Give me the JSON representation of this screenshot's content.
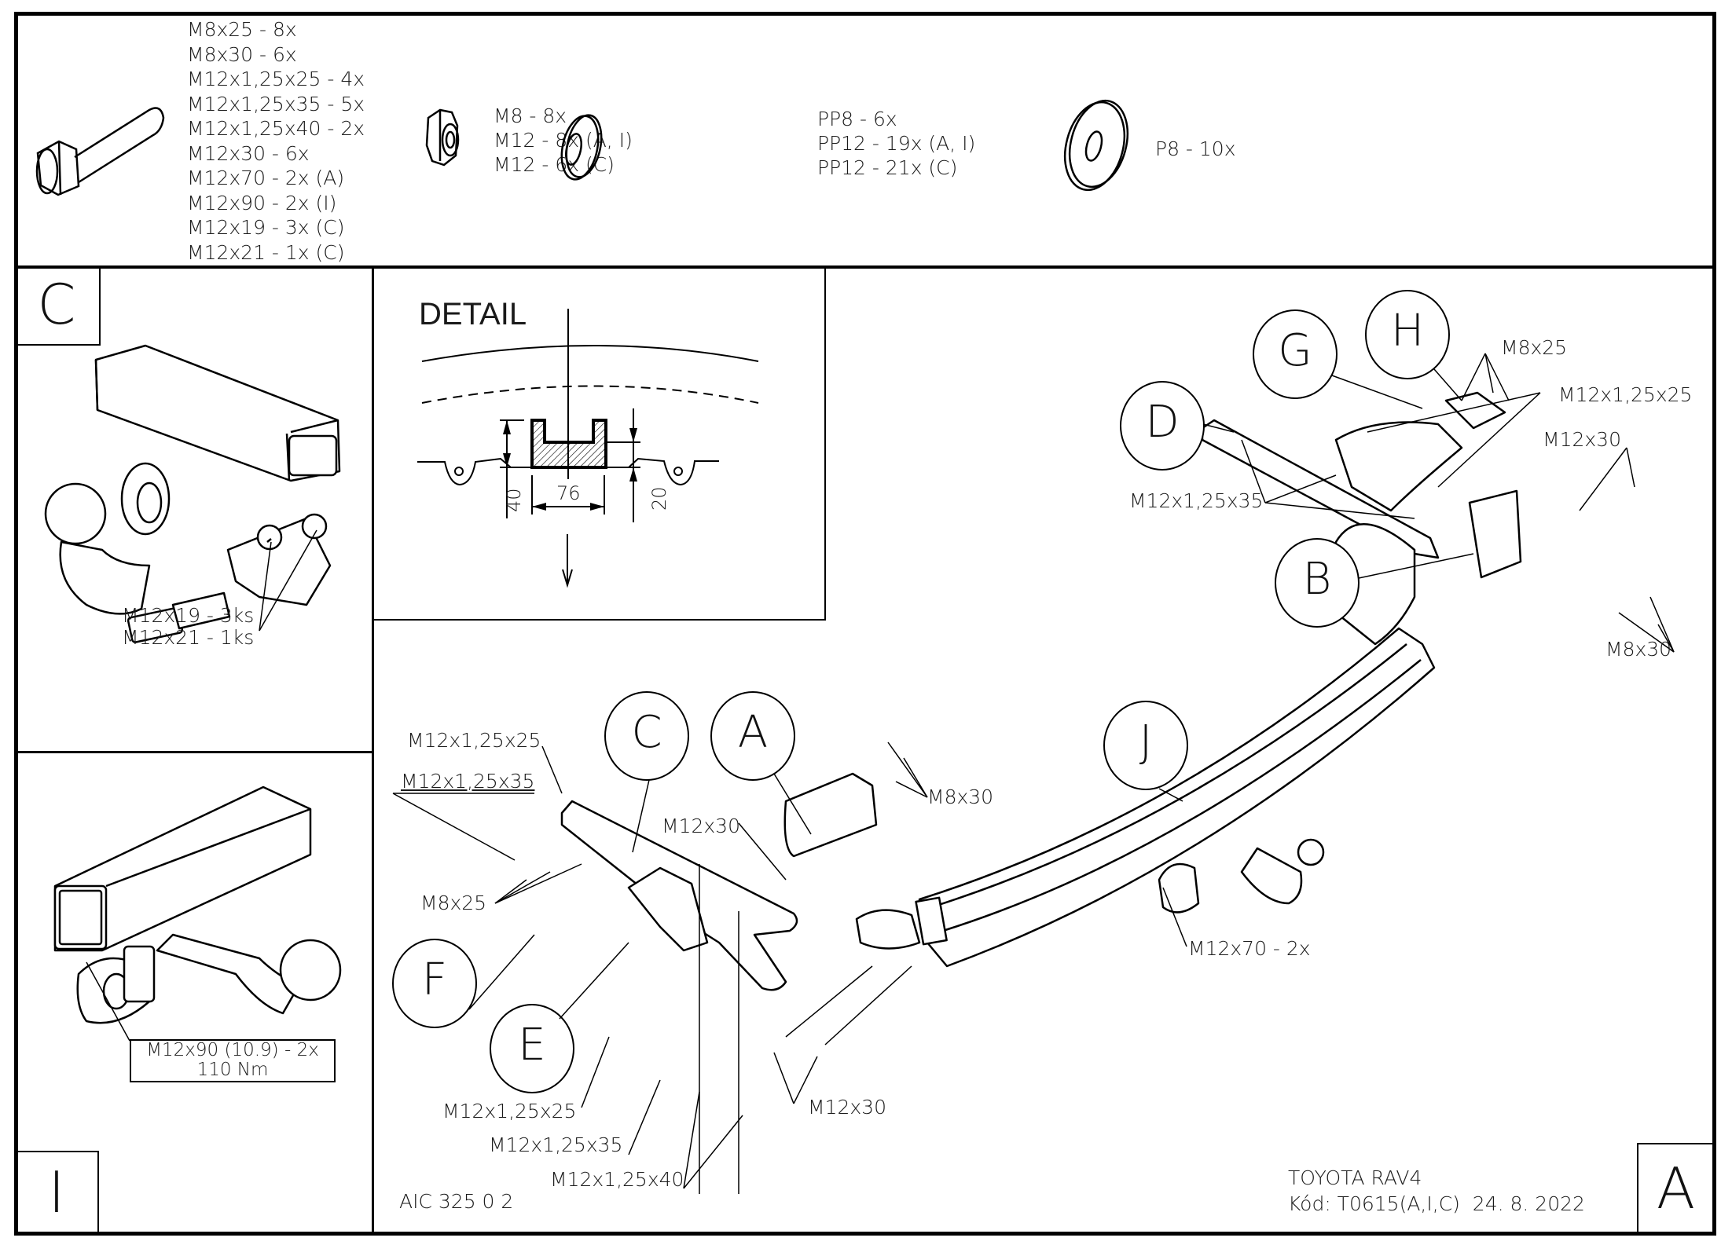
{
  "hardware": {
    "bolts": [
      "M8x25 - 8x",
      "M8x30 - 6x",
      "M12x1,25x25 - 4x",
      "M12x1,25x35 - 5x",
      "M12x1,25x40 - 2x",
      "M12x30 - 6x",
      "M12x70 - 2x (A)",
      "M12x90 - 2x (I)",
      "M12x19 - 3x (C)",
      "M12x21 - 1x (C)"
    ],
    "nuts": [
      "M8 - 8x",
      "M12 - 8x (A, I)",
      "M12 - 6x (C)"
    ],
    "spring_washers": [
      "PP8 - 6x",
      "PP12 - 19x (A, I)",
      "PP12 - 21x (C)"
    ],
    "flat_washers": [
      "P8 - 10x"
    ]
  },
  "panel_c": {
    "letter": "C",
    "labels": [
      "M12x19 - 3ks",
      "M12x21 - 1ks"
    ]
  },
  "panel_i": {
    "letter": "I",
    "box_labels": [
      "M12x90 (10.9) - 2x",
      "110 Nm"
    ]
  },
  "detail": {
    "title": "DETAIL",
    "dimensions": {
      "width": "76",
      "height": "40",
      "depth": "20"
    }
  },
  "main": {
    "parts": [
      "A",
      "B",
      "C",
      "D",
      "E",
      "F",
      "G",
      "H",
      "J"
    ],
    "callouts": {
      "m8x25_top": "M8x25",
      "m12x1_25x25_top": "M12x1,25x25",
      "m12x30_right": "M12x30",
      "m12x1_25x35_top": "M12x1,25x35",
      "m8x30_right": "M8x30",
      "m12x1_25x25_left": "M12x1,25x25",
      "m12x1_25x35_left": "M12x1,25x35",
      "m8x25_left": "M8x25",
      "m12x30_mid": "M12x30",
      "m8x30_mid": "M8x30",
      "m12x70": "M12x70 - 2x",
      "m12x1_25x25_bottom": "M12x1,25x25",
      "m12x1_25x35_bottom": "M12x1,25x35",
      "m12x1_25x40_bottom": "M12x1,25x40",
      "m12x30_bottom": "M12x30"
    },
    "drawing_number": "AIC 325 0 2",
    "vehicle": "TOYOTA RAV4",
    "code_line": "Kód: T0615(A,I,C)  24. 8. 2022",
    "variant_letter": "A"
  }
}
